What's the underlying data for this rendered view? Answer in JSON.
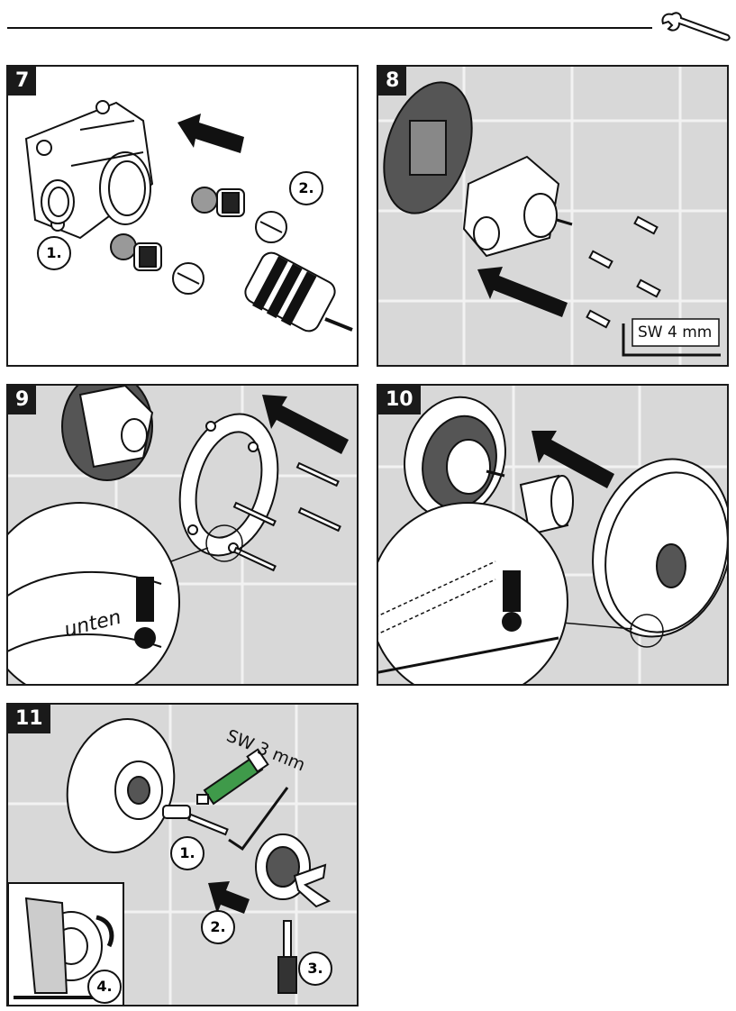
{
  "header": {
    "icon": "wrench-icon"
  },
  "steps": [
    {
      "number": "7",
      "sub_steps": [
        "1.",
        "2."
      ]
    },
    {
      "number": "8",
      "tool_label": "SW 4 mm"
    },
    {
      "number": "9",
      "detail_text": "unten",
      "warning_mark": "!"
    },
    {
      "number": "10",
      "warning_mark": "!"
    },
    {
      "number": "11",
      "tool_label": "SW 3 mm",
      "sub_steps": [
        "1.",
        "2.",
        "3.",
        "4."
      ]
    }
  ],
  "colors": {
    "ink": "#1a1a1a",
    "tile": "#d8d8d8",
    "grout": "#f2f2f2",
    "plate": "#555555",
    "tube_green": "#3f9a4a"
  }
}
